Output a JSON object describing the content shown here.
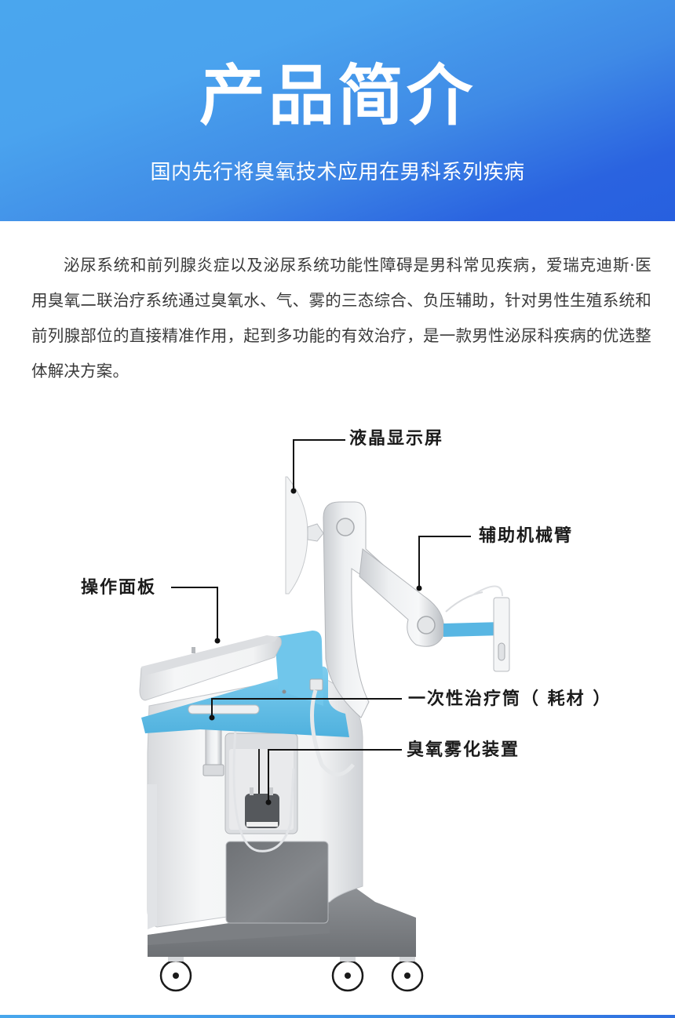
{
  "header": {
    "title": "产品简介",
    "subtitle": "国内先行将臭氧技术应用在男科系列疾病",
    "gradient": [
      "#4aa6ee",
      "#2760df"
    ]
  },
  "intro": {
    "paragraph": "泌尿系统和前列腺炎症以及泌尿系统功能性障碍是男科常见疾病，爱瑞克迪斯·医用臭氧二联治疗系统通过臭氧水、气、雾的三态综合、负压辅助，针对男性生殖系统和前列腺部位的直接精准作用，起到多功能的有效治疗，是一款男性泌尿科疾病的优选整体解决方案。"
  },
  "diagram": {
    "labels": {
      "lcd_screen": "液晶显示屏",
      "assist_arm": "辅助机械臂",
      "control_panel": "操作面板",
      "disposable_tube": "一次性治疗筒（ 耗材 ）",
      "ozone_atomizer": "臭氧雾化装置"
    },
    "accent_color": "#6cc3e6"
  },
  "footer": {
    "bar_color": "#3d8fe6"
  }
}
